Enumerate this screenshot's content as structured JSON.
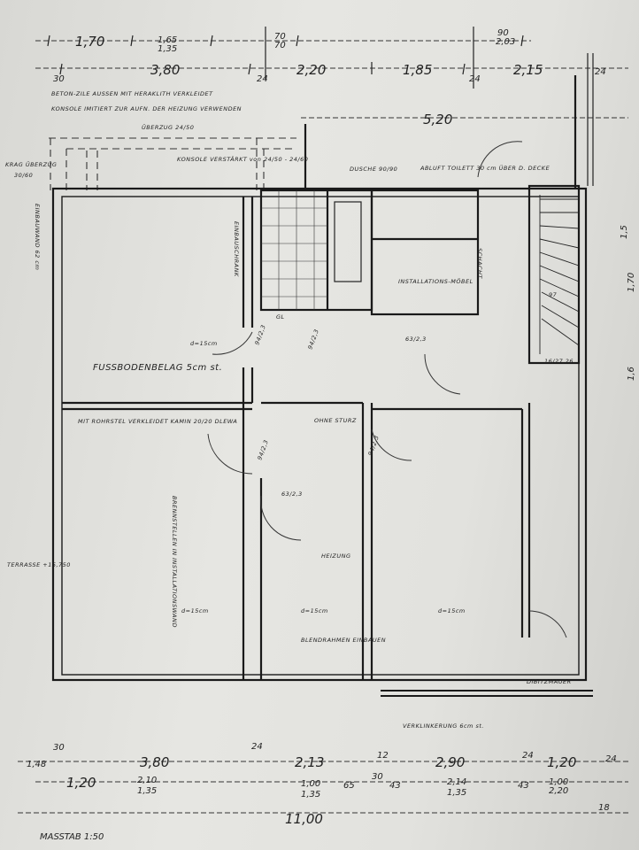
{
  "top_dims_row1": [
    "1,70",
    "1,65",
    "1,35",
    "70",
    "70",
    "90",
    "2,03"
  ],
  "top_dims_row2": [
    "3,80",
    "2,20",
    "1,85",
    "2,15",
    "30",
    "24",
    "24",
    "24"
  ],
  "top_dim_inner": "5,20",
  "notes": {
    "beton": "BETON-ZILE AUSSEN MIT HERAKLITH VERKLEIDET",
    "konsole": "KONSOLE IMITIERT ZUR AUFN. DER HEIZUNG VERWENDEN",
    "ueberzug": "ÜBERZUG 24/50",
    "krag": "KRAG ÜBERZUG",
    "krag_dim": "30/60",
    "konsole2": "KONSOLE VERSTÄRKT von 24/50 - 24/60",
    "dusche": "DUSCHE 90/90",
    "abluft": "ABLUFT TOILETT 30 cm ÜBER D. DECKE",
    "fussboden": "FUSSBODENBELAG 5cm st.",
    "ohne_sturz": "OHNE STURZ",
    "einbau": "EINBAUSCHRANK",
    "mit_rohr": "MIT ROHRSTEL VERKLEIDET KAMIN 20/20 DLEWA",
    "brennstellen": "BRENNSTELLEN IN INSTALLATIONSWAND",
    "terrasse": "TERRASSE +15,750",
    "heizung": "HEIZUNG",
    "blendrahmen": "BLENDRAHMEN EINBAUEN",
    "verklinkerung": "VERKLINKERUNG 6cm st.",
    "dibitzmauer": "DIBITZMAUER",
    "einbauwand": "EINBAUWAND 62 cm",
    "gl": "GL",
    "schacht": "SCHACHT",
    "installations": "INSTALLATIONS-MÖBEL",
    "stairs": "97",
    "steps": "16/27,26",
    "d15": "d=15cm",
    "wall_labels": [
      "94/2,3",
      "94/2,3",
      "63/2,3",
      "94/2,3",
      "94/2,3",
      "63/2,3"
    ]
  },
  "bottom_dims_row1": [
    "1,48",
    "30",
    "3,80",
    "24",
    "2,13",
    "12",
    "2,90",
    "24",
    "1,20",
    "24"
  ],
  "bottom_dims_row2": [
    "1,20",
    "2,10",
    "1,35",
    "1,00",
    "1,35",
    "65",
    "30",
    "43",
    "2,14",
    "1,35",
    "43",
    "1,00",
    "2,20"
  ],
  "bottom_total": "11,00",
  "bottom_total_side": "18",
  "footer_scrawl": "MASSTAB 1:50",
  "right_edge_labels": [
    "1,5",
    "1,70",
    "1,6"
  ]
}
